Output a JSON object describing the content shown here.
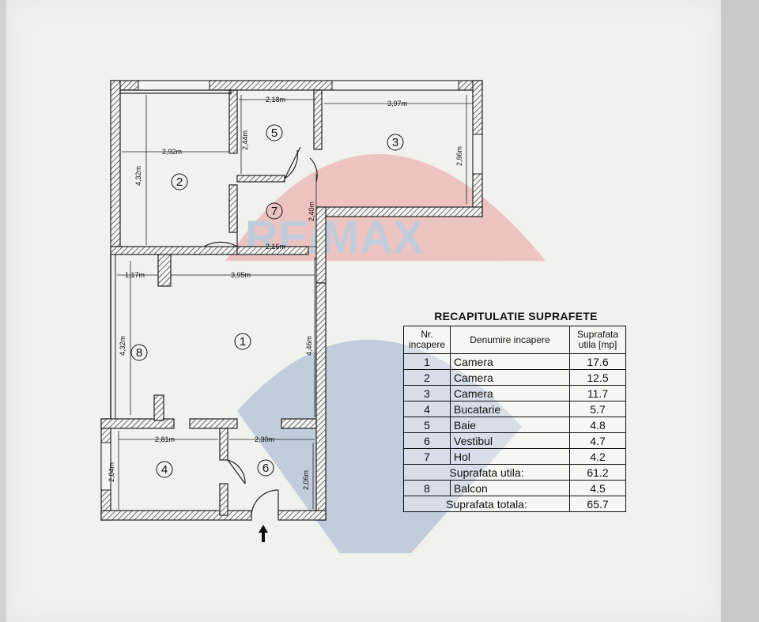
{
  "plan": {
    "rooms": [
      {
        "number": "1"
      },
      {
        "number": "2"
      },
      {
        "number": "3"
      },
      {
        "number": "4"
      },
      {
        "number": "5"
      },
      {
        "number": "6"
      },
      {
        "number": "7"
      },
      {
        "number": "8"
      }
    ],
    "dimensions": [
      "2,18m",
      "3,97m",
      "2,44m",
      "2,96m",
      "2,92m",
      "4,32m",
      "2,40m",
      "2,16m",
      "1,17m",
      "3,95m",
      "4,32m",
      "4,46m",
      "2,81m",
      "2,30m",
      "2,04m",
      "2,06m"
    ]
  },
  "summary": {
    "title": "RECAPITULATIE SUPRAFETE",
    "headers": {
      "nr": "Nr. incapere",
      "name": "Denumire incapere",
      "area": "Suprafata utila [mp]"
    },
    "rows": [
      {
        "nr": "1",
        "name": "Camera",
        "area": "17.6"
      },
      {
        "nr": "2",
        "name": "Camera",
        "area": "12.5"
      },
      {
        "nr": "3",
        "name": "Camera",
        "area": "11.7"
      },
      {
        "nr": "4",
        "name": "Bucatarie",
        "area": "5.7"
      },
      {
        "nr": "5",
        "name": "Baie",
        "area": "4.8"
      },
      {
        "nr": "6",
        "name": "Vestibul",
        "area": "4.7"
      },
      {
        "nr": "7",
        "name": "Hol",
        "area": "4.2"
      }
    ],
    "useful_label": "Suprafata utila:",
    "useful_value": "61.2",
    "balcony": {
      "nr": "8",
      "name": "Balcon",
      "area": "4.5"
    },
    "total_label": "Suprafata totala:",
    "total_value": "65.7"
  },
  "watermark": {
    "brand": "RE/MAX",
    "colors": {
      "red": "#e0242b",
      "blue": "#1b4f9c"
    }
  }
}
